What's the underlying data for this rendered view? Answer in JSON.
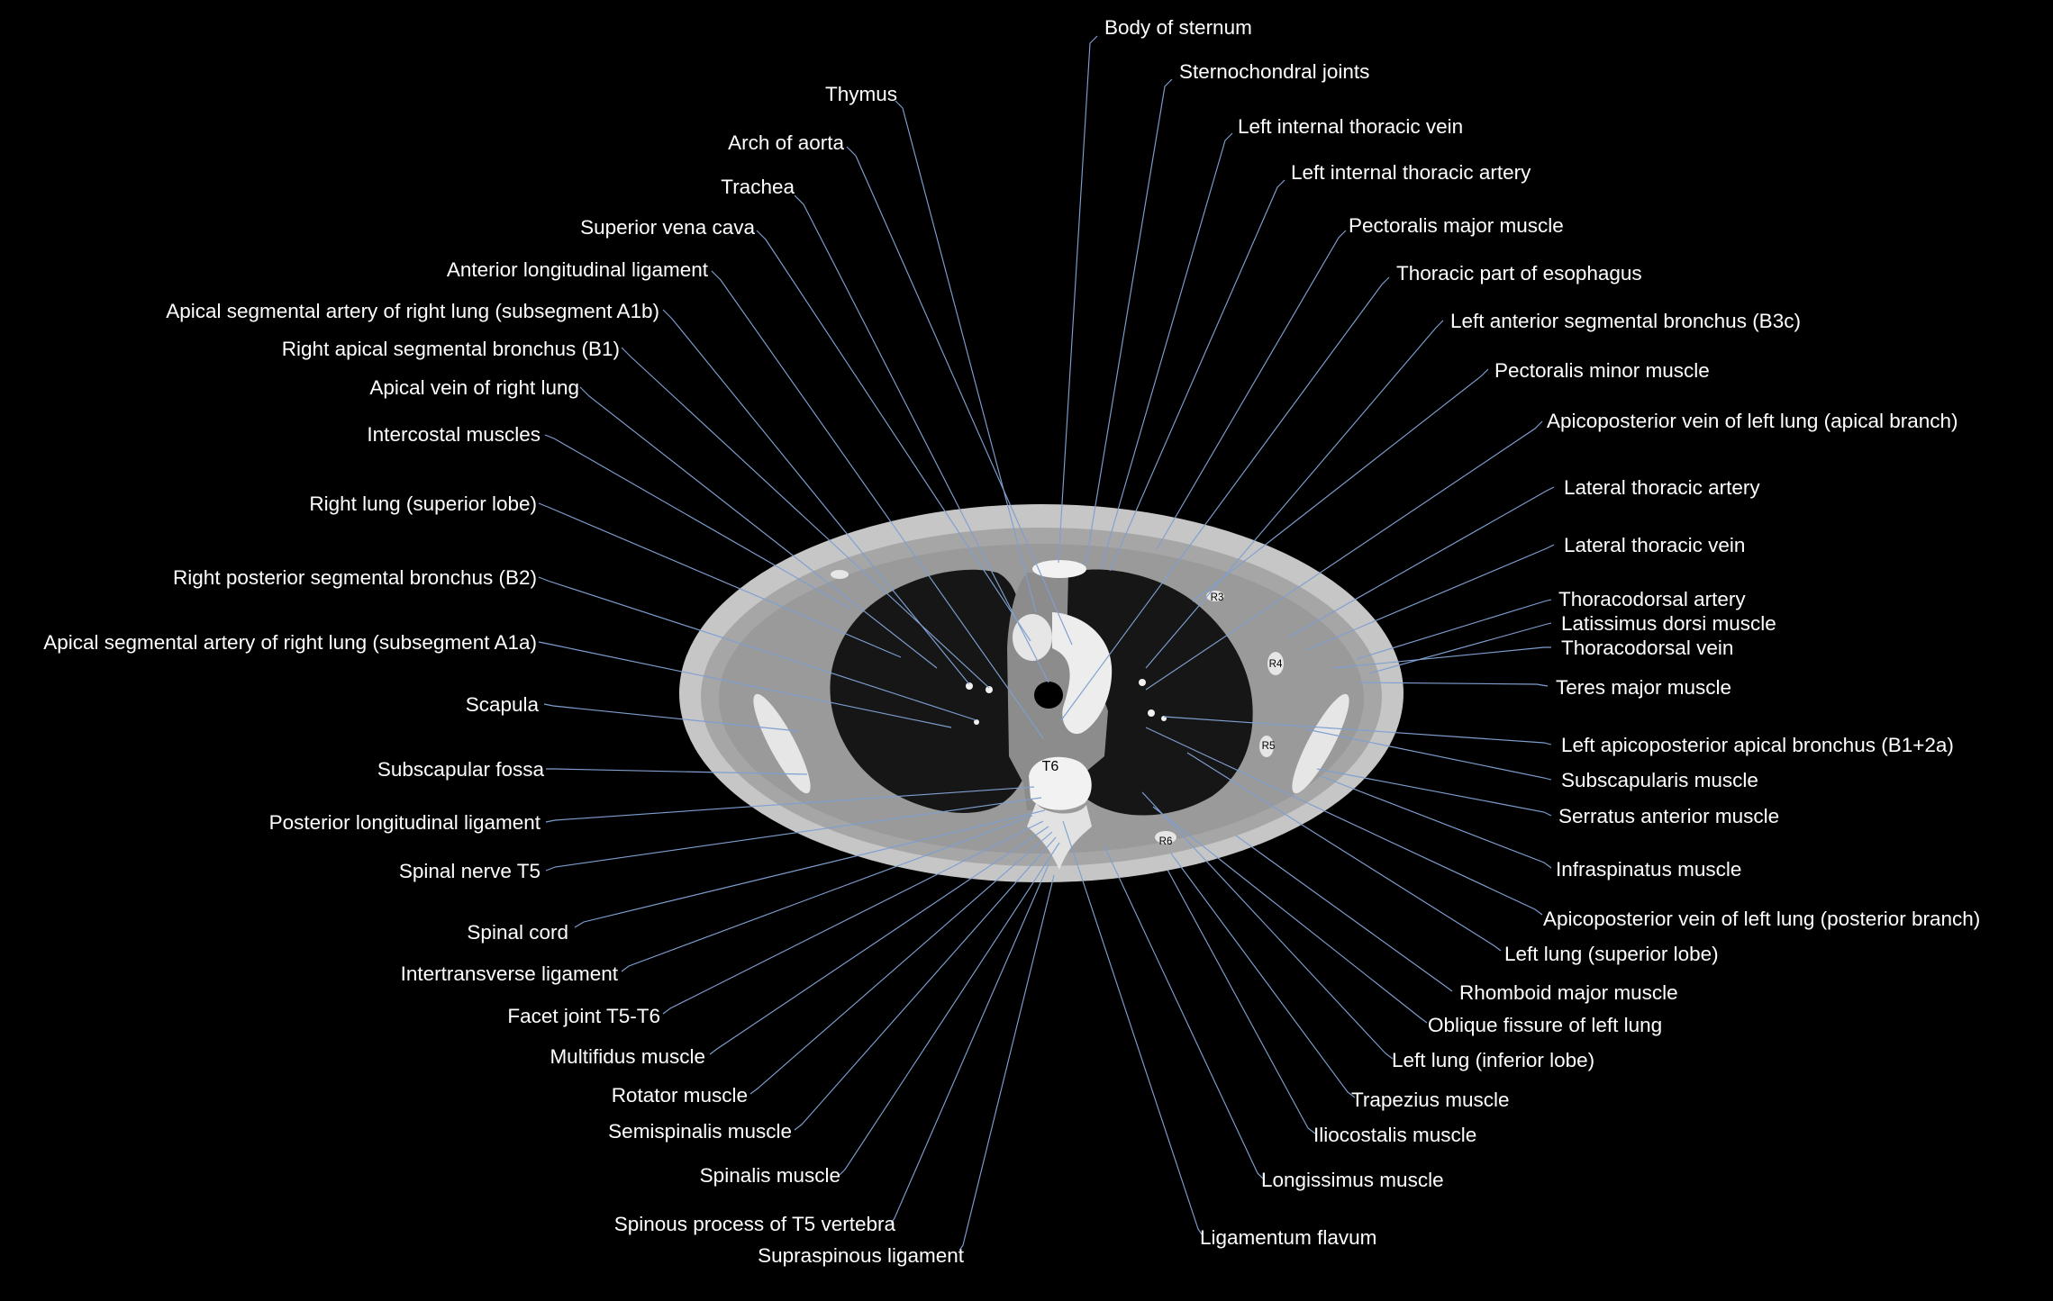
{
  "colors": {
    "background": "#000000",
    "text": "#ffffff",
    "leader": "#7f9fd0",
    "body_outline": "#c6c6c6",
    "soft_tissue": "#9a9a9a",
    "lung": "#161616",
    "bone": "#f2f2f2"
  },
  "rib_labels": {
    "r3": "R3",
    "r4": "R4",
    "r5": "R5",
    "r6": "R6"
  },
  "vertebra_label": "T6",
  "labels": [
    "Body of sternum",
    "Sternochondral joints",
    "Thymus",
    "Left internal thoracic vein",
    "Arch of aorta",
    "Left internal thoracic artery",
    "Trachea",
    "Pectoralis major muscle",
    "Superior vena cava",
    "Thoracic part of esophagus",
    "Anterior longitudinal ligament",
    "Apical segmental artery of right lung (subsegment A1b)",
    "Left anterior segmental bronchus (B3c)",
    "Right apical segmental bronchus (B1)",
    "Pectoralis minor muscle",
    "Apical vein of right lung",
    "Apicoposterior vein of left lung (apical branch)",
    "Intercostal muscles",
    "Lateral thoracic artery",
    "Right lung (superior lobe)",
    "Lateral thoracic vein",
    "Right posterior segmental bronchus (B2)",
    "Thoracodorsal artery",
    "Latissimus dorsi muscle",
    "Apical segmental artery of right lung (subsegment A1a)",
    "Thoracodorsal vein",
    "Teres major muscle",
    "Scapula",
    "Left apicoposterior apical bronchus (B1+2a)",
    "Subscapular fossa",
    "Subscapularis muscle",
    "Serratus anterior muscle",
    "Posterior longitudinal ligament",
    "Spinal nerve T5",
    "Infraspinatus muscle",
    "Apicoposterior vein of left lung (posterior branch)",
    "Spinal cord",
    "Left lung (superior lobe)",
    "Intertransverse ligament",
    "Rhomboid major muscle",
    "Facet joint T5-T6",
    "Oblique fissure of left lung",
    "Multifidus muscle",
    "Left lung (inferior lobe)",
    "Rotator muscle",
    "Trapezius muscle",
    "Semispinalis muscle",
    "Iliocostalis muscle",
    "Spinalis muscle",
    "Longissimus muscle",
    "Spinous process of T5 vertebra",
    "Ligamentum flavum",
    "Supraspinous ligament"
  ]
}
